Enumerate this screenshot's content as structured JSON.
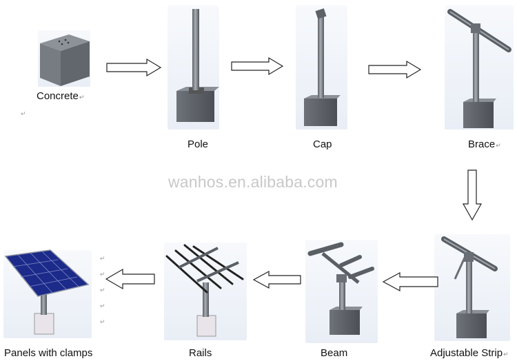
{
  "steps": [
    {
      "label": "Concrete"
    },
    {
      "label": "Pole"
    },
    {
      "label": "Cap"
    },
    {
      "label": "Brace"
    },
    {
      "label": "Adjustable Strip"
    },
    {
      "label": "Beam"
    },
    {
      "label": "Rails"
    },
    {
      "label": "Panels with clamps"
    }
  ],
  "return_mark": "↵",
  "watermark": "wanhos.en.alibaba.com",
  "colors": {
    "metal": "#7d8288",
    "metal_dark": "#4a4e54",
    "panel": "#1c2a8a",
    "arrow": "#222222"
  }
}
